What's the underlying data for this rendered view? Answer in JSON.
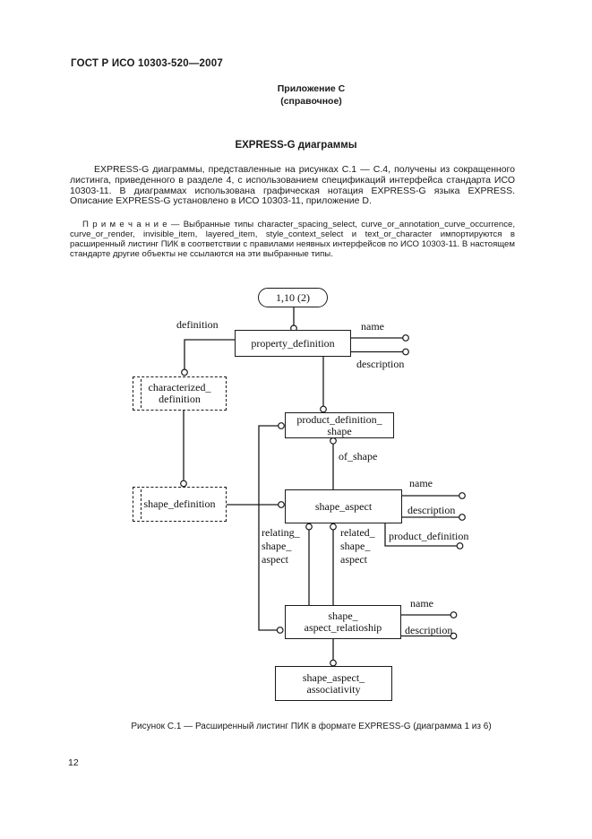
{
  "page": {
    "header": "ГОСТ Р ИСО 10303-520—2007",
    "annex_title": "Приложение С",
    "annex_subtitle": "(справочное)",
    "section_title": "EXPRESS-G диаграммы",
    "paragraph": "EXPRESS-G диаграммы, представленные на рисунках С.1 — С.4, получены из сокращенного листинга, приведенного в разделе 4, с использованием спецификаций интерфейса стандарта ИСО 10303-11. В диаграммах использована графическая нотация EXPRESS-G языка EXPRESS. Описание EXPRESS-G установлено в ИСО 10303-11, приложение D.",
    "note": "П р и м е ч а н и е — Выбранные типы character_spacing_select, curve_or_annotation_curve_occurrence, curve_or_render, invisible_item, layered_item, style_context_select и text_or_character импортируются в расширенный листинг ПИК в соответствии с правилами неявных интерфейсов по ИСО 10303-11. В настоящем стандарте другие объекты не ссылаются на эти выбранные типы.",
    "figure_caption": "Рисунок С.1 — Расширенный листинг ПИК в формате EXPRESS-G (диаграмма 1 из 6)",
    "page_number": "12"
  },
  "diagram": {
    "page_ref": "1,10 (2)",
    "boxes": {
      "property_definition": {
        "line1": "property_definition"
      },
      "characterized_definition": {
        "line1": "characterized_",
        "line2": "definition"
      },
      "product_definition_shape": {
        "line1": "product_definition_",
        "line2": "shape"
      },
      "shape_definition": {
        "line1": "shape_definition"
      },
      "shape_aspect": {
        "line1": "shape_aspect"
      },
      "shape_aspect_relationship": {
        "line1": "shape_",
        "line2": "aspect_relatioship"
      },
      "shape_aspect_associativity": {
        "line1": "shape_aspect_",
        "line2": "associativity"
      }
    },
    "labels": {
      "definition": "definition",
      "pd_name": "name",
      "pd_description": "description",
      "of_shape": "of_shape",
      "sa_name": "name",
      "sa_description": "description",
      "product_definition": "product_definition",
      "relating_1": "relating_",
      "relating_2": "shape_",
      "relating_3": "aspect",
      "related_1": "related_",
      "related_2": "shape_",
      "related_3": "aspect",
      "sar_name": "name",
      "sar_description": "description"
    }
  }
}
